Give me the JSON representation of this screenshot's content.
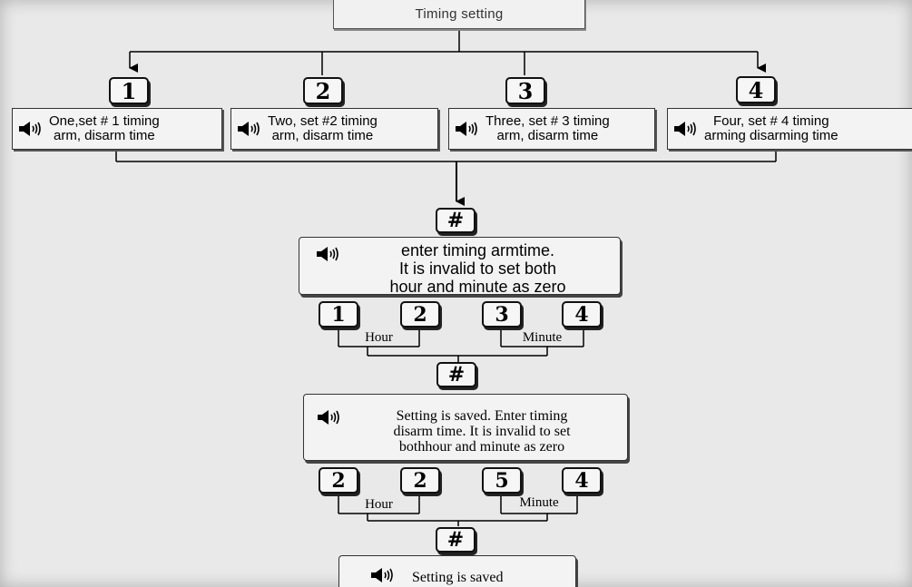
{
  "title": "Timing setting",
  "steps": [
    {
      "key": "1",
      "line1": "One,set # 1 timing",
      "line2": "arm, disarm time"
    },
    {
      "key": "2",
      "line1": "Two, set #2 timing",
      "line2": "arm, disarm time"
    },
    {
      "key": "3",
      "line1": "Three, set # 3 timing",
      "line2": "arm, disarm time"
    },
    {
      "key": "4",
      "line1": "Four, set # 4 timing",
      "line2": "arming disarming time"
    }
  ],
  "hash_key": "#",
  "arm_prompt": {
    "line1": "enter timing armtime.",
    "line2": "It is invalid to set both",
    "line3": "hour and minute as zero"
  },
  "arm_keys": [
    "1",
    "2",
    "3",
    "4"
  ],
  "disarm_prompt": {
    "line1": "Setting is saved. Enter timing",
    "line2": "disarm time.  It is  invalid to set",
    "line3": "bothhour and minute as zero"
  },
  "disarm_keys": [
    "2",
    "2",
    "5",
    "4"
  ],
  "hour_label": "Hour",
  "minute_label": "Minute",
  "saved_message": "Setting is saved",
  "icon": "speaker-icon"
}
